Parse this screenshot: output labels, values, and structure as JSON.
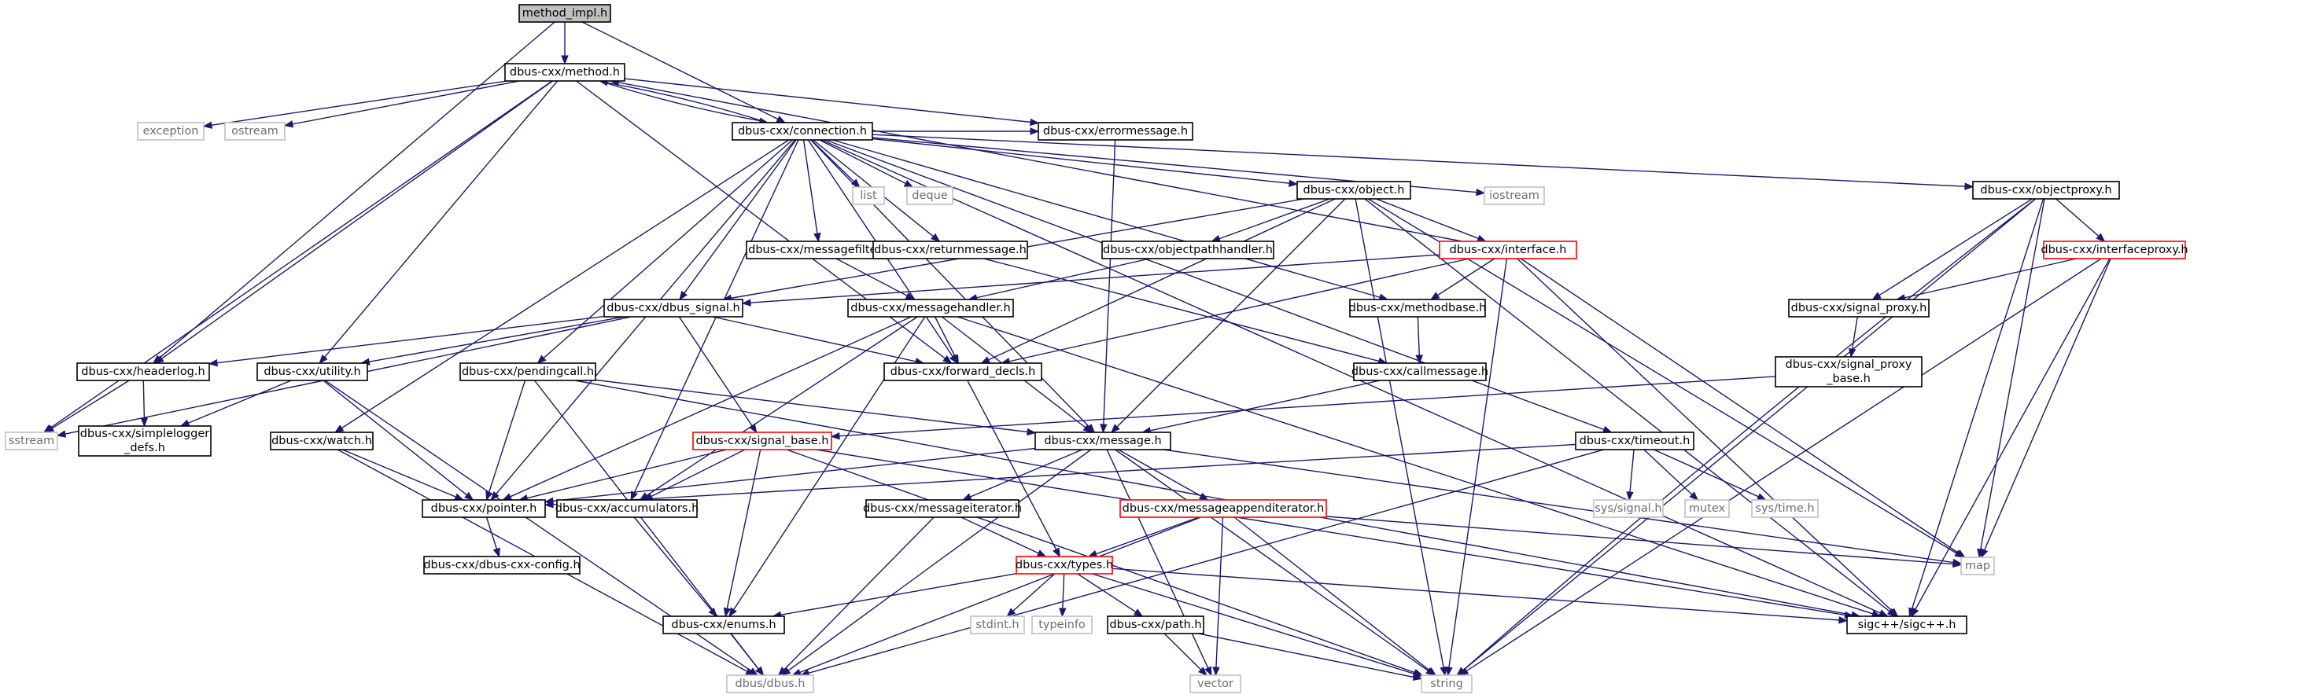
{
  "graph": {
    "colors": {
      "edge": "#191970",
      "node_fill": "#ffffff",
      "node_border": "#000000",
      "root_fill": "#bfbfbf",
      "root_border": "#000000",
      "truncated_border": "#ff0000",
      "external_border": "#bfbfbf",
      "external_text": "#6e6e6e"
    },
    "nodes": {
      "method_impl": {
        "label": "method_impl.h",
        "kind": "root"
      },
      "method": {
        "label": "dbus-cxx/method.h",
        "kind": "normal"
      },
      "connection": {
        "label": "dbus-cxx/connection.h",
        "kind": "normal"
      },
      "exception": {
        "label": "exception",
        "kind": "external"
      },
      "ostream": {
        "label": "ostream",
        "kind": "external"
      },
      "errormessage": {
        "label": "dbus-cxx/errormessage.h",
        "kind": "normal"
      },
      "list": {
        "label": "list",
        "kind": "external"
      },
      "deque": {
        "label": "deque",
        "kind": "external"
      },
      "iostream": {
        "label": "iostream",
        "kind": "external"
      },
      "object": {
        "label": "dbus-cxx/object.h",
        "kind": "normal"
      },
      "objectproxy": {
        "label": "dbus-cxx/objectproxy.h",
        "kind": "normal"
      },
      "messagefilter": {
        "label": "dbus-cxx/messagefilter.h",
        "kind": "normal"
      },
      "returnmessage": {
        "label": "dbus-cxx/returnmessage.h",
        "kind": "normal"
      },
      "objectpathhandler": {
        "label": "dbus-cxx/objectpathhandler.h",
        "kind": "normal"
      },
      "interface": {
        "label": "dbus-cxx/interface.h",
        "kind": "truncated"
      },
      "interfaceproxy": {
        "label": "dbus-cxx/interfaceproxy.h",
        "kind": "truncated"
      },
      "dbus_signal": {
        "label": "dbus-cxx/dbus_signal.h",
        "kind": "normal"
      },
      "messagehandler": {
        "label": "dbus-cxx/messagehandler.h",
        "kind": "normal"
      },
      "methodbase": {
        "label": "dbus-cxx/methodbase.h",
        "kind": "normal"
      },
      "signal_proxy": {
        "label": "dbus-cxx/signal_proxy.h",
        "kind": "normal"
      },
      "headerlog": {
        "label": "dbus-cxx/headerlog.h",
        "kind": "normal"
      },
      "utility": {
        "label": "dbus-cxx/utility.h",
        "kind": "normal"
      },
      "pendingcall": {
        "label": "dbus-cxx/pendingcall.h",
        "kind": "normal"
      },
      "forward_decls": {
        "label": "dbus-cxx/forward_decls.h",
        "kind": "normal"
      },
      "callmessage": {
        "label": "dbus-cxx/callmessage.h",
        "kind": "normal"
      },
      "signal_proxy_base": {
        "label": [
          "dbus-cxx/signal_proxy",
          "_base.h"
        ],
        "kind": "normal"
      },
      "sstream": {
        "label": "sstream",
        "kind": "external"
      },
      "simplelogger_defs": {
        "label": [
          "dbus-cxx/simplelogger",
          "_defs.h"
        ],
        "kind": "normal"
      },
      "watch": {
        "label": "dbus-cxx/watch.h",
        "kind": "normal"
      },
      "signal_base": {
        "label": "dbus-cxx/signal_base.h",
        "kind": "truncated"
      },
      "message": {
        "label": "dbus-cxx/message.h",
        "kind": "normal"
      },
      "timeout": {
        "label": "dbus-cxx/timeout.h",
        "kind": "normal"
      },
      "pointer": {
        "label": "dbus-cxx/pointer.h",
        "kind": "normal"
      },
      "accumulators": {
        "label": "dbus-cxx/accumulators.h",
        "kind": "normal"
      },
      "messageiterator": {
        "label": "dbus-cxx/messageiterator.h",
        "kind": "normal"
      },
      "messageappenditerator": {
        "label": "dbus-cxx/messageappenditerator.h",
        "kind": "truncated"
      },
      "sys_signal": {
        "label": "sys/signal.h",
        "kind": "external"
      },
      "mutex": {
        "label": "mutex",
        "kind": "external"
      },
      "sys_time": {
        "label": "sys/time.h",
        "kind": "external"
      },
      "map": {
        "label": "map",
        "kind": "external"
      },
      "dbus_cxx_config": {
        "label": "dbus-cxx/dbus-cxx-config.h",
        "kind": "normal"
      },
      "types": {
        "label": "dbus-cxx/types.h",
        "kind": "truncated"
      },
      "enums": {
        "label": "dbus-cxx/enums.h",
        "kind": "normal"
      },
      "stdint": {
        "label": "stdint.h",
        "kind": "external"
      },
      "typeinfo": {
        "label": "typeinfo",
        "kind": "external"
      },
      "path": {
        "label": "dbus-cxx/path.h",
        "kind": "normal"
      },
      "sigcpp": {
        "label": "sigc++/sigc++.h",
        "kind": "normal"
      },
      "dbus_h": {
        "label": "dbus/dbus.h",
        "kind": "external"
      },
      "vector": {
        "label": "vector",
        "kind": "external"
      },
      "string": {
        "label": "string",
        "kind": "external"
      }
    },
    "edges": [
      [
        "method_impl",
        "method"
      ],
      [
        "method_impl",
        "connection"
      ],
      [
        "method_impl",
        "headerlog"
      ],
      [
        "method",
        "connection"
      ],
      [
        "method",
        "exception"
      ],
      [
        "method",
        "ostream"
      ],
      [
        "method",
        "errormessage"
      ],
      [
        "method",
        "sstream"
      ],
      [
        "method",
        "headerlog"
      ],
      [
        "method",
        "utility"
      ],
      [
        "method",
        "forward_decls"
      ],
      [
        "connection",
        "method"
      ],
      [
        "connection",
        "errormessage"
      ],
      [
        "connection",
        "list"
      ],
      [
        "connection",
        "deque"
      ],
      [
        "connection",
        "iostream"
      ],
      [
        "connection",
        "object"
      ],
      [
        "connection",
        "objectproxy"
      ],
      [
        "connection",
        "messagefilter"
      ],
      [
        "connection",
        "returnmessage"
      ],
      [
        "connection",
        "dbus_signal"
      ],
      [
        "connection",
        "pendingcall"
      ],
      [
        "connection",
        "watch"
      ],
      [
        "connection",
        "timeout"
      ],
      [
        "connection",
        "pointer"
      ],
      [
        "connection",
        "accumulators"
      ],
      [
        "connection",
        "message"
      ],
      [
        "connection",
        "forward_decls"
      ],
      [
        "connection",
        "sigcpp"
      ],
      [
        "connection",
        "methodbase"
      ],
      [
        "errormessage",
        "message"
      ],
      [
        "object",
        "objectpathhandler"
      ],
      [
        "object",
        "interface"
      ],
      [
        "object",
        "dbus_signal"
      ],
      [
        "object",
        "forward_decls"
      ],
      [
        "object",
        "message"
      ],
      [
        "object",
        "map"
      ],
      [
        "object",
        "sigcpp"
      ],
      [
        "object",
        "string"
      ],
      [
        "objectproxy",
        "interfaceproxy"
      ],
      [
        "objectproxy",
        "signal_proxy"
      ],
      [
        "objectproxy",
        "map"
      ],
      [
        "objectproxy",
        "sigcpp"
      ],
      [
        "objectproxy",
        "string"
      ],
      [
        "objectproxy",
        "string"
      ],
      [
        "messagefilter",
        "messagehandler"
      ],
      [
        "returnmessage",
        "callmessage"
      ],
      [
        "objectpathhandler",
        "messagehandler"
      ],
      [
        "interface",
        "method"
      ],
      [
        "interface",
        "methodbase"
      ],
      [
        "interface",
        "dbus_signal"
      ],
      [
        "interface",
        "forward_decls"
      ],
      [
        "interface",
        "map"
      ],
      [
        "interface",
        "sigcpp"
      ],
      [
        "interface",
        "string"
      ],
      [
        "interfaceproxy",
        "signal_proxy"
      ],
      [
        "interfaceproxy",
        "map"
      ],
      [
        "interfaceproxy",
        "sigcpp"
      ],
      [
        "interfaceproxy",
        "string"
      ],
      [
        "dbus_signal",
        "headerlog"
      ],
      [
        "dbus_signal",
        "utility"
      ],
      [
        "dbus_signal",
        "forward_decls"
      ],
      [
        "dbus_signal",
        "signal_base"
      ],
      [
        "dbus_signal",
        "sstream"
      ],
      [
        "messagehandler",
        "forward_decls"
      ],
      [
        "messagehandler",
        "message"
      ],
      [
        "messagehandler",
        "pointer"
      ],
      [
        "messagehandler",
        "accumulators"
      ],
      [
        "messagehandler",
        "enums"
      ],
      [
        "messagehandler",
        "sigcpp"
      ],
      [
        "methodbase",
        "callmessage"
      ],
      [
        "signal_proxy",
        "signal_proxy_base"
      ],
      [
        "signal_proxy_base",
        "signal_base"
      ],
      [
        "headerlog",
        "sstream"
      ],
      [
        "headerlog",
        "simplelogger_defs"
      ],
      [
        "utility",
        "simplelogger_defs"
      ],
      [
        "utility",
        "pointer"
      ],
      [
        "utility",
        "dbus_h"
      ],
      [
        "pendingcall",
        "pointer"
      ],
      [
        "pendingcall",
        "message"
      ],
      [
        "pendingcall",
        "dbus_h"
      ],
      [
        "pendingcall",
        "sigcpp"
      ],
      [
        "forward_decls",
        "types"
      ],
      [
        "callmessage",
        "message"
      ],
      [
        "watch",
        "pointer"
      ],
      [
        "watch",
        "dbus_h"
      ],
      [
        "signal_base",
        "pointer"
      ],
      [
        "signal_base",
        "accumulators"
      ],
      [
        "signal_base",
        "enums"
      ],
      [
        "signal_base",
        "sigcpp"
      ],
      [
        "signal_base",
        "string"
      ],
      [
        "message",
        "pointer"
      ],
      [
        "message",
        "messageiterator"
      ],
      [
        "message",
        "messageappenditerator"
      ],
      [
        "message",
        "map"
      ],
      [
        "message",
        "string"
      ],
      [
        "message",
        "vector"
      ],
      [
        "message",
        "dbus_h"
      ],
      [
        "timeout",
        "pointer"
      ],
      [
        "timeout",
        "sys_signal"
      ],
      [
        "timeout",
        "mutex"
      ],
      [
        "timeout",
        "sys_time"
      ],
      [
        "timeout",
        "dbus_h"
      ],
      [
        "pointer",
        "dbus_cxx_config"
      ],
      [
        "accumulators",
        "enums"
      ],
      [
        "messageiterator",
        "types"
      ],
      [
        "messageiterator",
        "dbus_h"
      ],
      [
        "messageappenditerator",
        "types"
      ],
      [
        "messageappenditerator",
        "map"
      ],
      [
        "messageappenditerator",
        "vector"
      ],
      [
        "messageappenditerator",
        "string"
      ],
      [
        "messageappenditerator",
        "dbus_h"
      ],
      [
        "types",
        "enums"
      ],
      [
        "types",
        "stdint"
      ],
      [
        "types",
        "typeinfo"
      ],
      [
        "types",
        "path"
      ],
      [
        "types",
        "sigcpp"
      ],
      [
        "types",
        "string"
      ],
      [
        "enums",
        "dbus_h"
      ],
      [
        "path",
        "vector"
      ],
      [
        "path",
        "string"
      ]
    ]
  }
}
